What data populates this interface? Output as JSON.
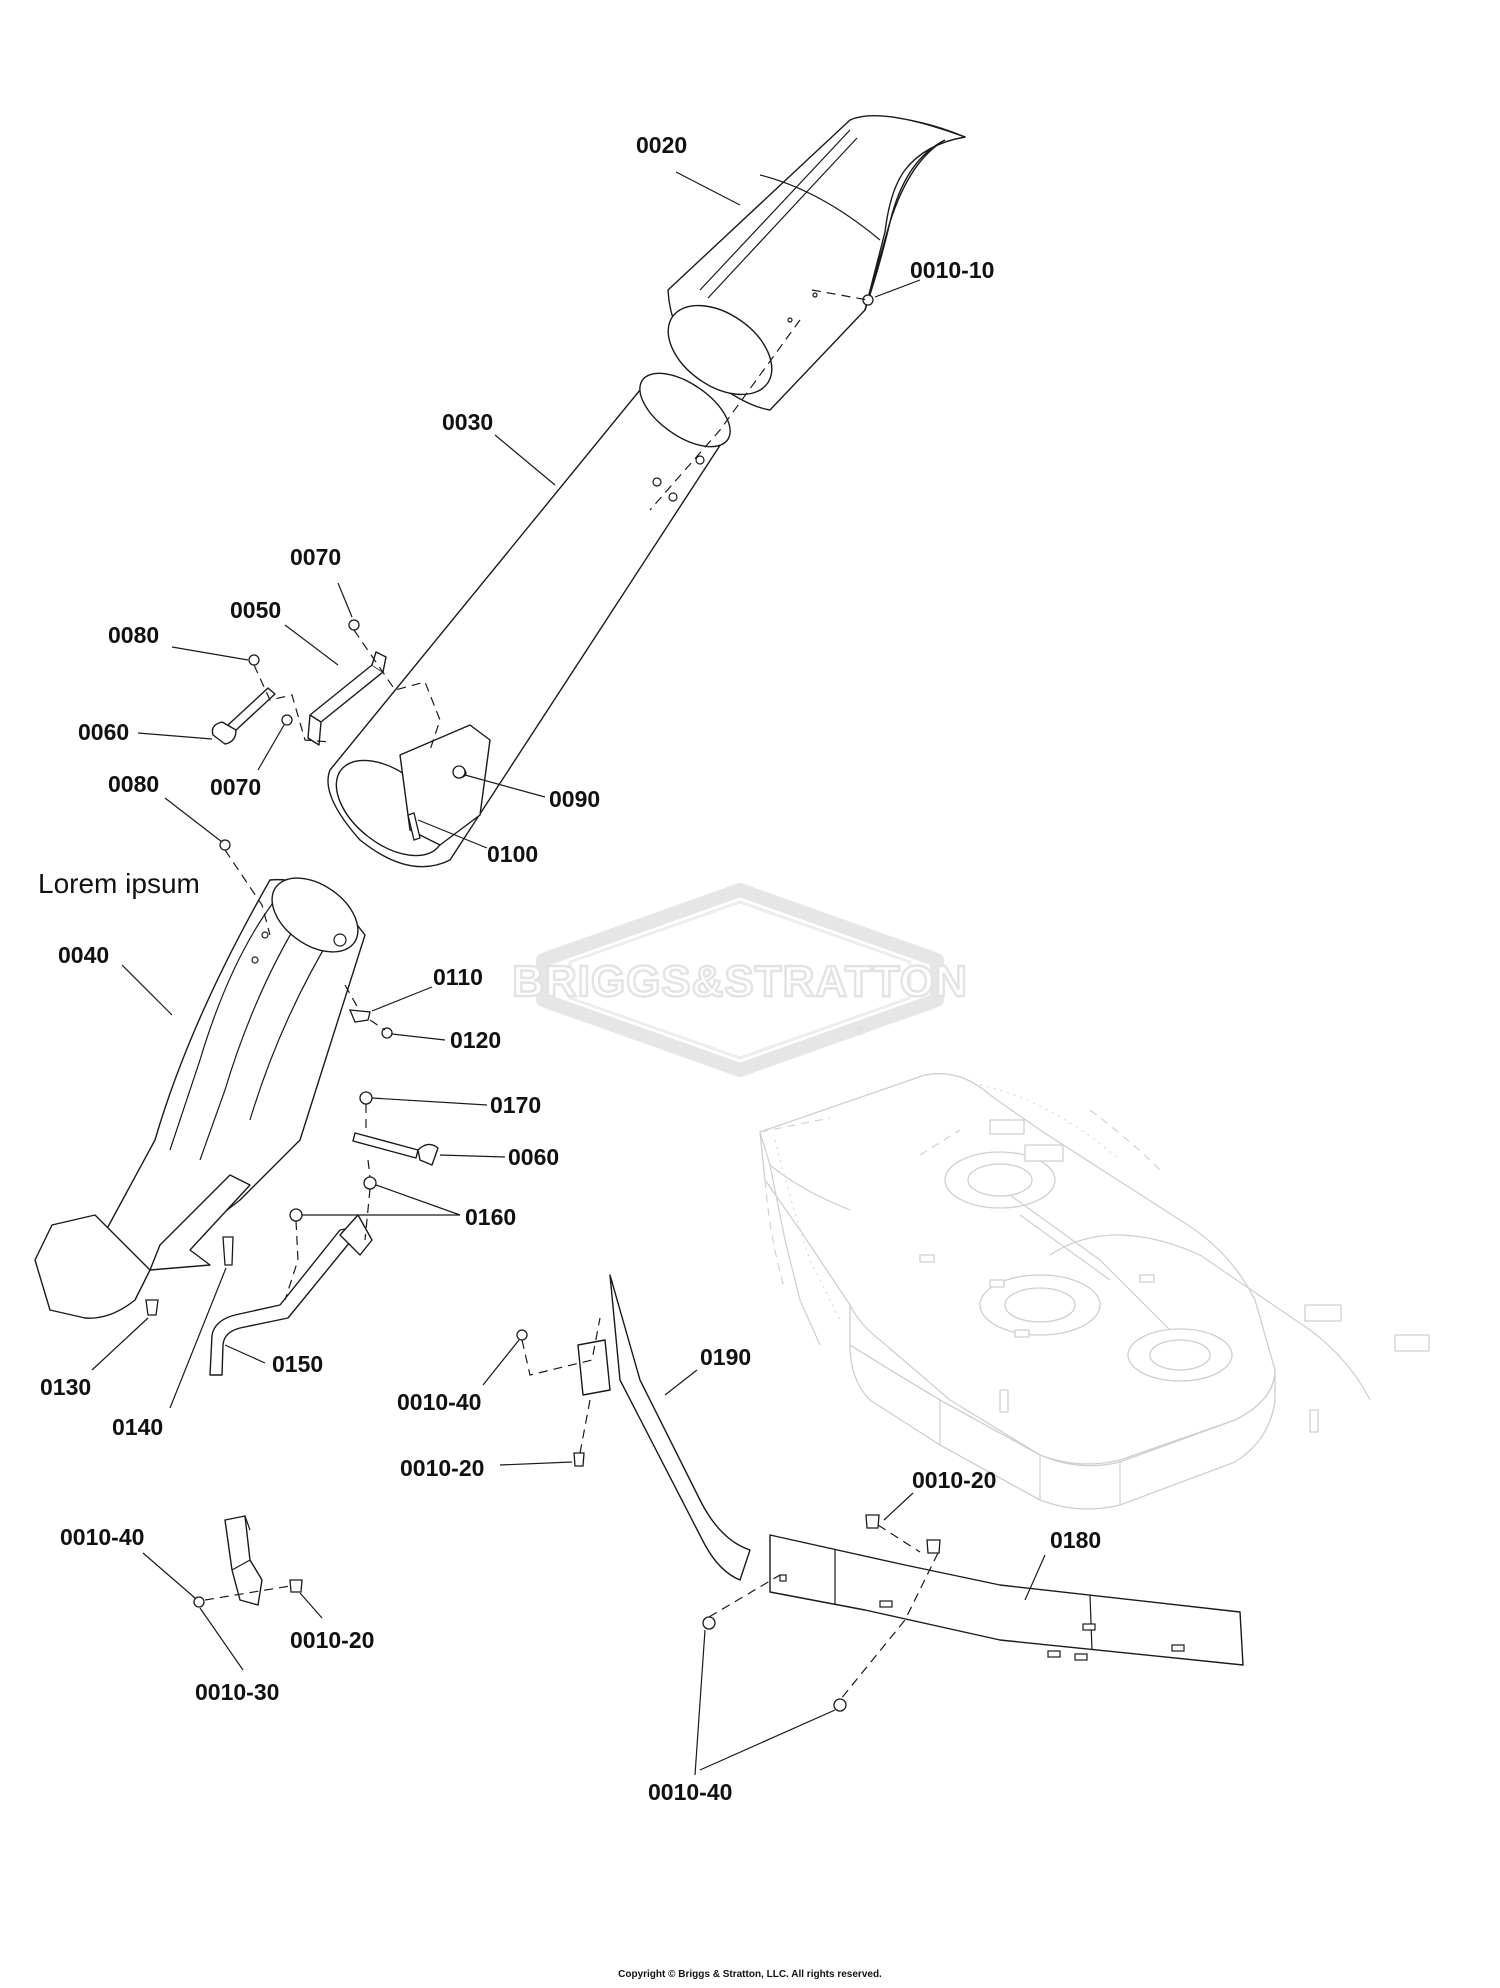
{
  "caption": "Lorem ipsum",
  "copyright": "Copyright © Briggs & Stratton, LLC. All rights reserved.",
  "watermark": {
    "text": "BRIGGS&STRATTON",
    "mark": "®",
    "color": "#e3e3e3"
  },
  "colors": {
    "line": "#1a1a1a",
    "ghost": "#cfcfcf",
    "background": "#ffffff"
  },
  "callouts": [
    {
      "id": "c-0020",
      "text": "0020"
    },
    {
      "id": "c-0010-10",
      "text": "0010-10"
    },
    {
      "id": "c-0030",
      "text": "0030"
    },
    {
      "id": "c-0070a",
      "text": "0070"
    },
    {
      "id": "c-0050",
      "text": "0050"
    },
    {
      "id": "c-0080a",
      "text": "0080"
    },
    {
      "id": "c-0060a",
      "text": "0060"
    },
    {
      "id": "c-0070b",
      "text": "0070"
    },
    {
      "id": "c-0090",
      "text": "0090"
    },
    {
      "id": "c-0100",
      "text": "0100"
    },
    {
      "id": "c-0080b",
      "text": "0080"
    },
    {
      "id": "c-0040",
      "text": "0040"
    },
    {
      "id": "c-0110",
      "text": "0110"
    },
    {
      "id": "c-0120",
      "text": "0120"
    },
    {
      "id": "c-0170",
      "text": "0170"
    },
    {
      "id": "c-0060b",
      "text": "0060"
    },
    {
      "id": "c-0160",
      "text": "0160"
    },
    {
      "id": "c-0130",
      "text": "0130"
    },
    {
      "id": "c-0140",
      "text": "0140"
    },
    {
      "id": "c-0150",
      "text": "0150"
    },
    {
      "id": "c-0190",
      "text": "0190"
    },
    {
      "id": "c-0010-40a",
      "text": "0010-40"
    },
    {
      "id": "c-0010-20a",
      "text": "0010-20"
    },
    {
      "id": "c-0010-20b",
      "text": "0010-20"
    },
    {
      "id": "c-0180",
      "text": "0180"
    },
    {
      "id": "c-0010-40b",
      "text": "0010-40"
    },
    {
      "id": "c-0010-20c",
      "text": "0010-20"
    },
    {
      "id": "c-0010-30",
      "text": "0010-30"
    },
    {
      "id": "c-0010-40c",
      "text": "0010-40"
    }
  ]
}
